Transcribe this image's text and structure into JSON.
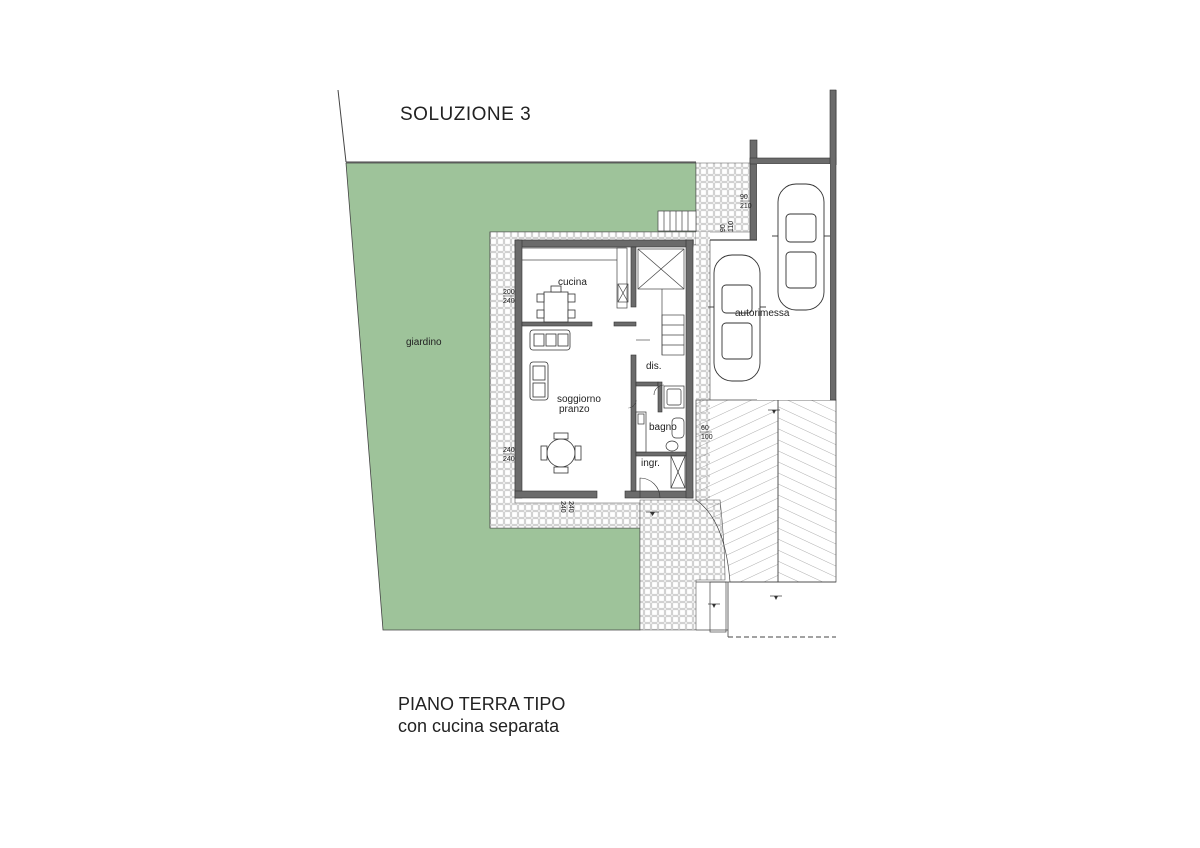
{
  "title": "SOLUZIONE 3",
  "caption": {
    "line1": "PIANO TERRA TIPO",
    "line2": "con cucina separata"
  },
  "rooms": {
    "garden": "giardino",
    "kitchen": "cucina",
    "living_line1": "soggiorno",
    "living_line2": "pranzo",
    "hall": "dis.",
    "bath": "bagno",
    "entrance": "ingr.",
    "garage": "autorimessa"
  },
  "dimensions": {
    "kitchen_window_w": "200",
    "kitchen_window_h": "240",
    "living_window_w": "240",
    "living_window_h": "240",
    "front_window_w": "240",
    "front_window_h": "240",
    "stair_door_w": "90",
    "stair_door_h": "110",
    "garage_door_w": "90",
    "garage_door_h": "210",
    "bath_window_w": "60",
    "bath_window_h": "100"
  },
  "colors": {
    "garden": "#9ec39a",
    "paving": "#ffffff",
    "wall": "#555555",
    "line": "#333333"
  }
}
